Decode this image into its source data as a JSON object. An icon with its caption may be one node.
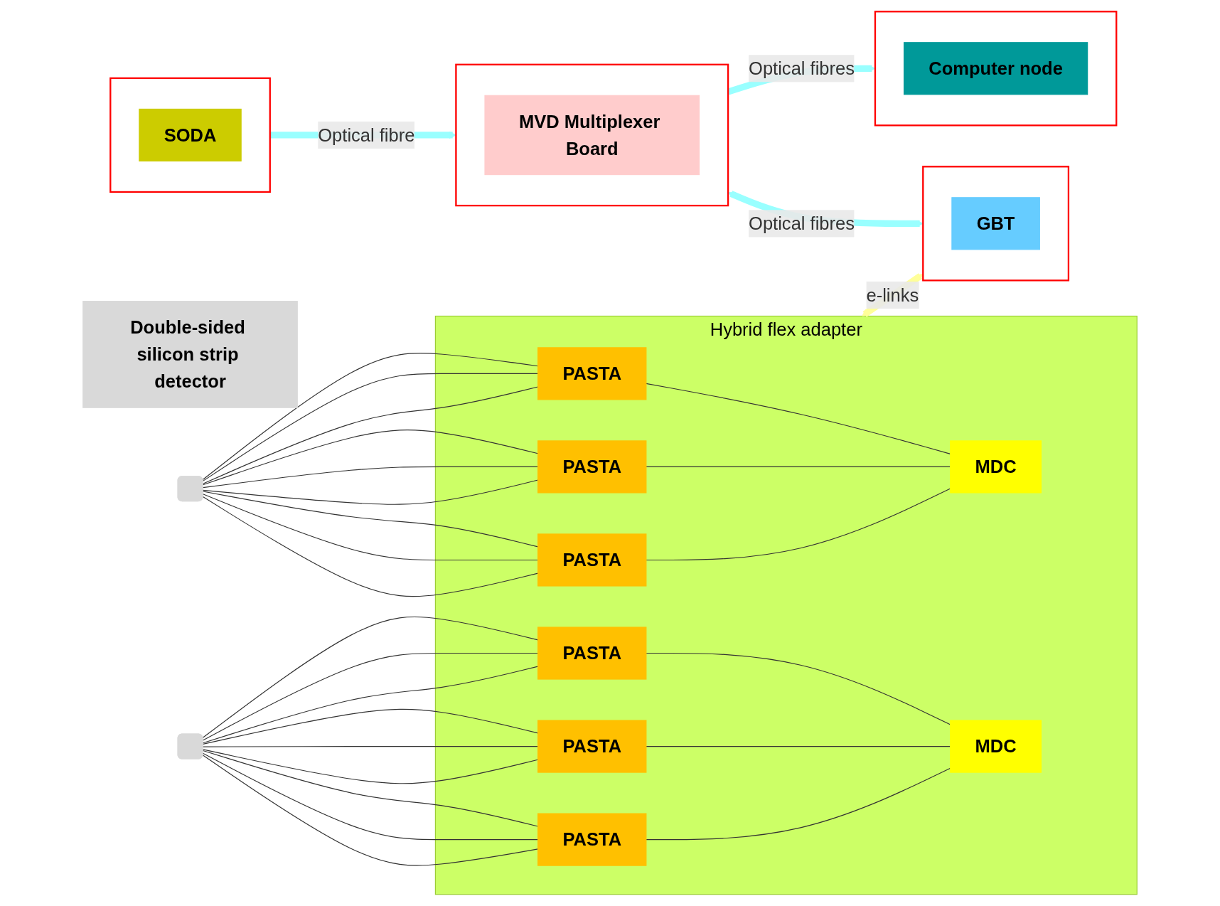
{
  "diagram": {
    "nodes": [
      {
        "text": [
          "Double-sided silicon strip detector"
        ]
      },
      {
        "text": [],
        "shape": "box"
      },
      {
        "text": [],
        "shape": "box"
      },
      {
        "text": [
          "Hybrid flex adapter"
        ]
      },
      {
        "text": [
          "PASTA"
        ],
        "in": 3
      },
      {
        "text": [
          "PASTA"
        ],
        "in": 3
      },
      {
        "text": [
          "PASTA"
        ],
        "in": 3
      },
      {
        "text": [
          "MDC"
        ],
        "in": 3
      },
      {
        "text": [
          "PASTA"
        ],
        "in": 3
      },
      {
        "text": [
          "PASTA"
        ],
        "in": 3
      },
      {
        "text": [
          "PASTA"
        ],
        "in": 3
      },
      {
        "text": [
          "MDC"
        ],
        "in": 3
      },
      {
        "text": [],
        "shape": "box"
      },
      {
        "text": [
          "GBT"
        ],
        "in": 12
      },
      {
        "text": [],
        "shape": "box"
      },
      {
        "text": [
          "Computer node"
        ],
        "in": 14
      },
      {
        "text": [],
        "shape": "box"
      },
      {
        "text": [
          "MVD Multiplexer Board"
        ],
        "in": 16
      },
      {
        "text": [],
        "shape": "box"
      },
      {
        "text": [
          "SODA"
        ],
        "in": 18
      }
    ],
    "edges": [
      {
        "from": 1,
        "to": 4,
        "arrow": "none"
      },
      {
        "from": 1,
        "to": 4,
        "arrow": "none"
      },
      {
        "from": 1,
        "to": 4,
        "arrow": "none"
      },
      {
        "from": 1,
        "to": 5,
        "arrow": "none"
      },
      {
        "from": 1,
        "to": 5,
        "arrow": "none"
      },
      {
        "from": 1,
        "to": 5,
        "arrow": "none"
      },
      {
        "from": 1,
        "to": 6,
        "arrow": "none"
      },
      {
        "from": 1,
        "to": 6,
        "arrow": "none"
      },
      {
        "from": 1,
        "to": 6,
        "arrow": "none"
      },
      {
        "from": 2,
        "to": 8,
        "arrow": "none"
      },
      {
        "from": 2,
        "to": 8,
        "arrow": "none"
      },
      {
        "from": 2,
        "to": 8,
        "arrow": "none"
      },
      {
        "from": 2,
        "to": 9,
        "arrow": "none"
      },
      {
        "from": 2,
        "to": 9,
        "arrow": "none"
      },
      {
        "from": 2,
        "to": 9,
        "arrow": "none"
      },
      {
        "from": 2,
        "to": 10,
        "arrow": "none"
      },
      {
        "from": 2,
        "to": 10,
        "arrow": "none"
      },
      {
        "from": 2,
        "to": 10,
        "arrow": "none"
      },
      {
        "from": 4,
        "to": 7,
        "arrow": "none"
      },
      {
        "from": 5,
        "to": 7,
        "arrow": "none"
      },
      {
        "from": 6,
        "to": 7,
        "arrow": "none"
      },
      {
        "from": 8,
        "to": 11,
        "arrow": "none"
      },
      {
        "from": 9,
        "to": 11,
        "arrow": "none"
      },
      {
        "from": 10,
        "to": 11,
        "arrow": "none"
      },
      {
        "from": 3,
        "to": 12,
        "arrow": "both",
        "label": "e-links",
        "style": "thick",
        "color": "#ffff99"
      },
      {
        "from": 16,
        "to": 12,
        "arrow": "both",
        "label": "Optical fibres",
        "style": "thick",
        "color": "#99ffff"
      },
      {
        "from": 16,
        "to": 14,
        "arrow": "to",
        "label": "Optical fibres",
        "style": "thick",
        "color": "#99ffff"
      },
      {
        "from": 18,
        "to": 16,
        "arrow": "to",
        "label": "Optical fibre",
        "style": "thick",
        "color": "#99ffff"
      }
    ]
  }
}
